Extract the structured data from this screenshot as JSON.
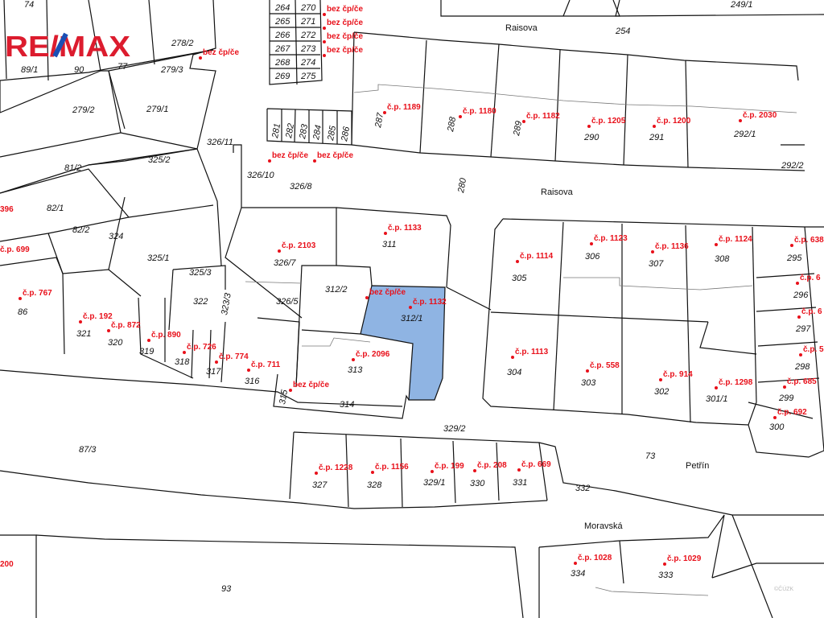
{
  "brand": {
    "logo_text": "RE/MAX",
    "colors": {
      "logo_red": "#dc1c2e",
      "logo_blue": "#1a4fb5",
      "highlight": "#8fb4e3",
      "cp_red": "#e8101a"
    }
  },
  "watermark": "©ČÚZK",
  "streets": [
    "Raisova",
    "Raisova",
    "Petřín",
    "Moravská"
  ],
  "parcels": [
    "74",
    "89/1",
    "90",
    "77",
    "278/2",
    "279/3",
    "279/2",
    "279/1",
    "81/2",
    "82/1",
    "82/2",
    "324",
    "325/2",
    "325/1",
    "326/11",
    "326/10",
    "326/8",
    "326/7",
    "326/5",
    "325/3",
    "322",
    "323/3",
    "86",
    "321",
    "320",
    "319",
    "318",
    "317",
    "316",
    "315",
    "314",
    "313",
    "312/2",
    "312/1",
    "311",
    "287",
    "288",
    "289",
    "290",
    "291",
    "292/1",
    "292/2",
    "254",
    "249/1",
    "280",
    "305",
    "306",
    "307",
    "308",
    "295",
    "296",
    "297",
    "298",
    "299",
    "300",
    "304",
    "303",
    "302",
    "301/1",
    "73",
    "329/2",
    "327",
    "328",
    "329/1",
    "330",
    "331",
    "332",
    "334",
    "333",
    "93",
    "87/3",
    "264",
    "265",
    "266",
    "267",
    "268",
    "269",
    "270",
    "271",
    "272",
    "273",
    "274",
    "275",
    "281",
    "282",
    "283",
    "284",
    "285",
    "286"
  ],
  "selected_parcel": "312/1",
  "house_numbers": [
    "bez čp/če",
    "č.p. 1189",
    "č.p. 1180",
    "č.p. 1182",
    "č.p. 1205",
    "č.p. 1200",
    "č.p. 2030",
    "č.p. 1133",
    "č.p. 2103",
    "č.p. 1114",
    "č.p. 1123",
    "č.p. 1136",
    "č.p. 1124",
    "č.p. 638",
    "č.p. 6",
    "č.p. 6",
    "č.p. 5",
    "č.p. 685",
    "č.p. 692",
    "č.p. 1132",
    "bez čp/če",
    "č.p. 2096",
    "č.p. 711",
    "bez čp/če",
    "č.p. 1113",
    "č.p. 558",
    "č.p. 914",
    "č.p. 1298",
    "č.p. 1228",
    "č.p. 1156",
    "č.p. 199",
    "č.p. 208",
    "č.p. 669",
    "č.p. 1028",
    "č.p. 1029",
    "č.p. 767",
    "č.p. 192",
    "č.p. 872",
    "č.p. 890",
    "č.p. 726",
    "č.p. 774",
    "č.p. 699",
    "396",
    "200",
    "bez čp/če",
    "bez čp/če",
    "bez čp/če",
    "bez čp/če",
    "bez čp/če",
    "bez čp/če"
  ]
}
